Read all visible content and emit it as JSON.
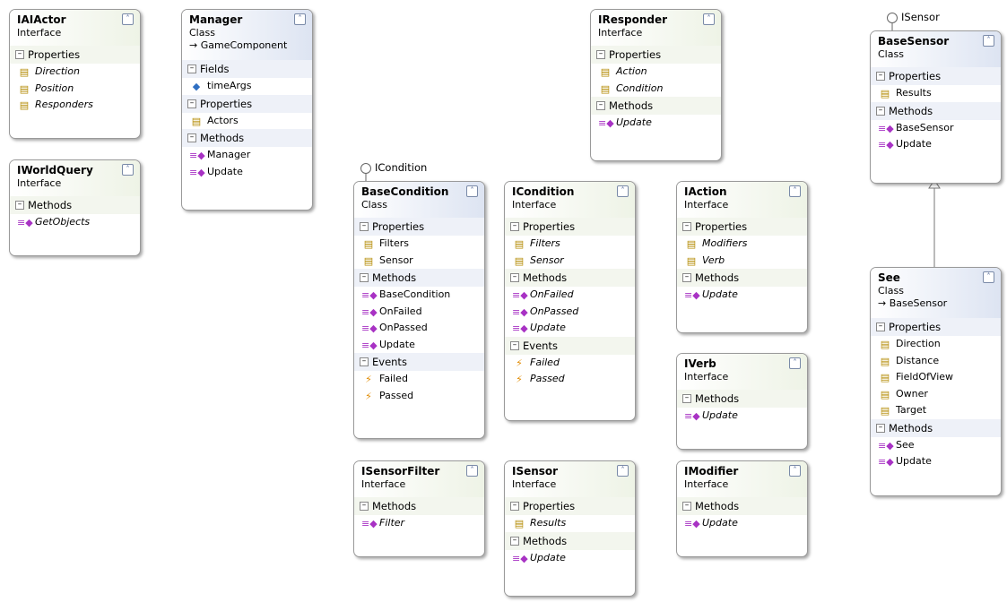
{
  "lollipops": {
    "isensor": "ISensor",
    "icondition": "ICondition"
  },
  "boxes": {
    "iaiactor": {
      "name": "IAIActor",
      "kind": "Interface",
      "sections": [
        {
          "title": "Properties",
          "members": [
            {
              "name": "Direction",
              "icon": "property-icon"
            },
            {
              "name": "Position",
              "icon": "property-icon"
            },
            {
              "name": "Responders",
              "icon": "property-icon"
            }
          ]
        }
      ]
    },
    "iworldquery": {
      "name": "IWorldQuery",
      "kind": "Interface",
      "sections": [
        {
          "title": "Methods",
          "members": [
            {
              "name": "GetObjects",
              "icon": "method-icon"
            }
          ]
        }
      ]
    },
    "manager": {
      "name": "Manager",
      "kind": "Class",
      "inherits": "GameComponent",
      "sections": [
        {
          "title": "Fields",
          "members": [
            {
              "name": "timeArgs",
              "icon": "field-icon"
            }
          ]
        },
        {
          "title": "Properties",
          "members": [
            {
              "name": "Actors",
              "icon": "property-icon"
            }
          ]
        },
        {
          "title": "Methods",
          "members": [
            {
              "name": "Manager",
              "icon": "method-icon"
            },
            {
              "name": "Update",
              "icon": "method-icon"
            }
          ]
        }
      ]
    },
    "iresponder": {
      "name": "IResponder",
      "kind": "Interface",
      "sections": [
        {
          "title": "Properties",
          "members": [
            {
              "name": "Action",
              "icon": "property-icon"
            },
            {
              "name": "Condition",
              "icon": "property-icon"
            }
          ]
        },
        {
          "title": "Methods",
          "members": [
            {
              "name": "Update",
              "icon": "method-icon"
            }
          ]
        }
      ]
    },
    "basesensor": {
      "name": "BaseSensor",
      "kind": "Class",
      "sections": [
        {
          "title": "Properties",
          "members": [
            {
              "name": "Results",
              "icon": "property-icon"
            }
          ]
        },
        {
          "title": "Methods",
          "members": [
            {
              "name": "BaseSensor",
              "icon": "method-icon"
            },
            {
              "name": "Update",
              "icon": "method-icon"
            }
          ]
        }
      ]
    },
    "basecondition": {
      "name": "BaseCondition",
      "kind": "Class",
      "sections": [
        {
          "title": "Properties",
          "members": [
            {
              "name": "Filters",
              "icon": "property-icon"
            },
            {
              "name": "Sensor",
              "icon": "property-icon"
            }
          ]
        },
        {
          "title": "Methods",
          "members": [
            {
              "name": "BaseCondition",
              "icon": "method-icon"
            },
            {
              "name": "OnFailed",
              "icon": "method-icon"
            },
            {
              "name": "OnPassed",
              "icon": "method-icon"
            },
            {
              "name": "Update",
              "icon": "method-icon"
            }
          ]
        },
        {
          "title": "Events",
          "members": [
            {
              "name": "Failed",
              "icon": "event-icon"
            },
            {
              "name": "Passed",
              "icon": "event-icon"
            }
          ]
        }
      ]
    },
    "icondition": {
      "name": "ICondition",
      "kind": "Interface",
      "sections": [
        {
          "title": "Properties",
          "members": [
            {
              "name": "Filters",
              "icon": "property-icon"
            },
            {
              "name": "Sensor",
              "icon": "property-icon"
            }
          ]
        },
        {
          "title": "Methods",
          "members": [
            {
              "name": "OnFailed",
              "icon": "method-icon"
            },
            {
              "name": "OnPassed",
              "icon": "method-icon"
            },
            {
              "name": "Update",
              "icon": "method-icon"
            }
          ]
        },
        {
          "title": "Events",
          "members": [
            {
              "name": "Failed",
              "icon": "event-icon"
            },
            {
              "name": "Passed",
              "icon": "event-icon"
            }
          ]
        }
      ]
    },
    "iaction": {
      "name": "IAction",
      "kind": "Interface",
      "sections": [
        {
          "title": "Properties",
          "members": [
            {
              "name": "Modifiers",
              "icon": "property-icon"
            },
            {
              "name": "Verb",
              "icon": "property-icon"
            }
          ]
        },
        {
          "title": "Methods",
          "members": [
            {
              "name": "Update",
              "icon": "method-icon"
            }
          ]
        }
      ]
    },
    "iverb": {
      "name": "IVerb",
      "kind": "Interface",
      "sections": [
        {
          "title": "Methods",
          "members": [
            {
              "name": "Update",
              "icon": "method-icon"
            }
          ]
        }
      ]
    },
    "see": {
      "name": "See",
      "kind": "Class",
      "inherits": "BaseSensor",
      "sections": [
        {
          "title": "Properties",
          "members": [
            {
              "name": "Direction",
              "icon": "property-icon"
            },
            {
              "name": "Distance",
              "icon": "property-icon"
            },
            {
              "name": "FieldOfView",
              "icon": "property-icon"
            },
            {
              "name": "Owner",
              "icon": "property-icon"
            },
            {
              "name": "Target",
              "icon": "property-icon"
            }
          ]
        },
        {
          "title": "Methods",
          "members": [
            {
              "name": "See",
              "icon": "method-icon"
            },
            {
              "name": "Update",
              "icon": "method-icon"
            }
          ]
        }
      ]
    },
    "isensorfilter": {
      "name": "ISensorFilter",
      "kind": "Interface",
      "sections": [
        {
          "title": "Methods",
          "members": [
            {
              "name": "Filter",
              "icon": "method-icon"
            }
          ]
        }
      ]
    },
    "isensor": {
      "name": "ISensor",
      "kind": "Interface",
      "sections": [
        {
          "title": "Properties",
          "members": [
            {
              "name": "Results",
              "icon": "property-icon"
            }
          ]
        },
        {
          "title": "Methods",
          "members": [
            {
              "name": "Update",
              "icon": "method-icon"
            }
          ]
        }
      ]
    },
    "imodifier": {
      "name": "IModifier",
      "kind": "Interface",
      "sections": [
        {
          "title": "Methods",
          "members": [
            {
              "name": "Update",
              "icon": "method-icon"
            }
          ]
        }
      ]
    }
  }
}
